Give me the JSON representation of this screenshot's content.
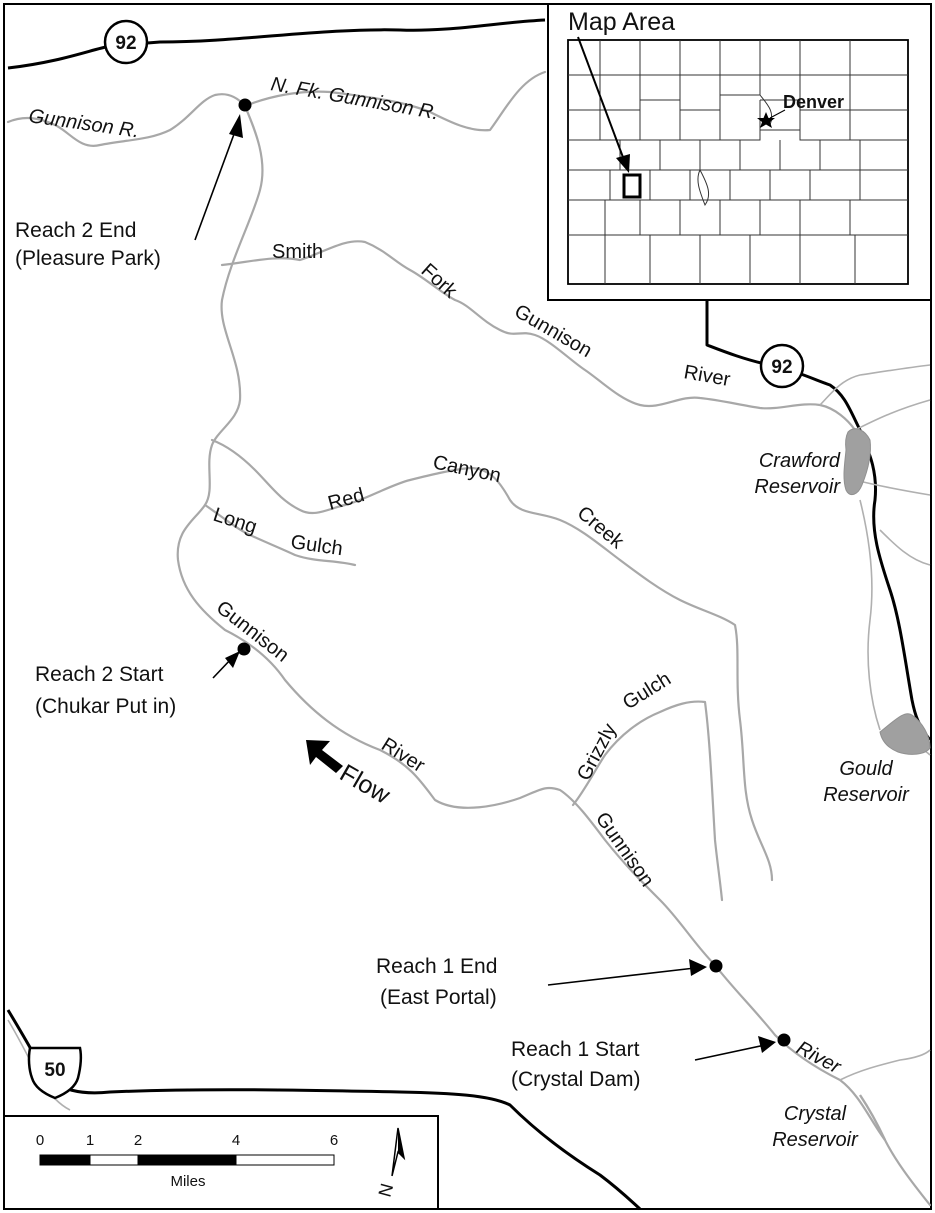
{
  "labels": {
    "reach2_end": "Reach 2 End",
    "reach2_end_sub": "(Pleasure Park)",
    "reach2_start": "Reach 2 Start",
    "reach2_start_sub": "(Chukar Put in)",
    "reach1_end": "Reach 1 End",
    "reach1_end_sub": "(East Portal)",
    "reach1_start": "Reach 1 Start",
    "reach1_start_sub": "(Crystal Dam)",
    "flow": "Flow"
  },
  "rivers": {
    "gunnison_r": "Gunnison R.",
    "nfk": "N. Fk. Gunnison R.",
    "smith": "Smith",
    "fork": "Fork",
    "gunnison_sf": "Gunnison",
    "river_sf": "River",
    "red": "Red",
    "canyon": "Canyon",
    "creek": "Creek",
    "long": "Long",
    "gulch_long": "Gulch",
    "gunnison_main": "Gunnison",
    "river_main": "River",
    "grizzly": "Grizzly",
    "gulch_grizzly": "Gulch",
    "gunnison_lower": "Gunnison",
    "river_lower": "River"
  },
  "reservoirs": {
    "crawford_1": "Crawford",
    "crawford_2": "Reservoir",
    "gould_1": "Gould",
    "gould_2": "Reservoir",
    "crystal_1": "Crystal",
    "crystal_2": "Reservoir"
  },
  "roads": {
    "hwy92_top": "92",
    "hwy92_right": "92",
    "us50": "50"
  },
  "inset": {
    "title": "Map Area",
    "city": "Denver"
  },
  "scale": {
    "ticks": [
      "0",
      "1",
      "2",
      "4",
      "6"
    ],
    "unit": "Miles"
  },
  "north": "N",
  "colors": {
    "river": "#a8a8a8",
    "road": "#000000",
    "reservoir": "#a0a0a0"
  }
}
